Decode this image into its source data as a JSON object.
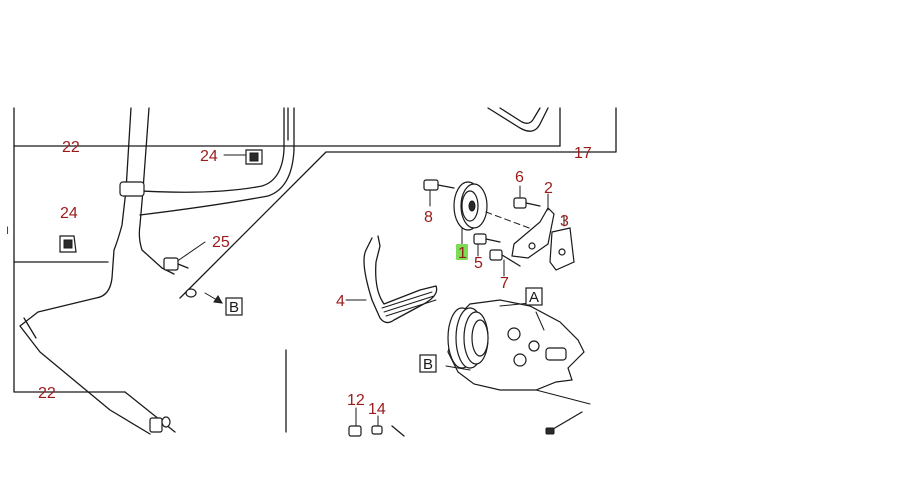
{
  "callouts": {
    "c1": "1",
    "c2": "2",
    "c3": "3",
    "c4": "4",
    "c5": "5",
    "c6": "6",
    "c7": "7",
    "c8": "8",
    "c12": "12",
    "c14": "14",
    "c17": "17",
    "c22_top": "22",
    "c22_bottom": "22",
    "c24_left": "24",
    "c24_top": "24",
    "c25": "25"
  },
  "refs": {
    "a": "A",
    "b_hose": "B",
    "b_compressor": "B"
  },
  "edge_mark": "I",
  "highlight_color": "#7ddc55",
  "callout_color": "#9b1b1b"
}
